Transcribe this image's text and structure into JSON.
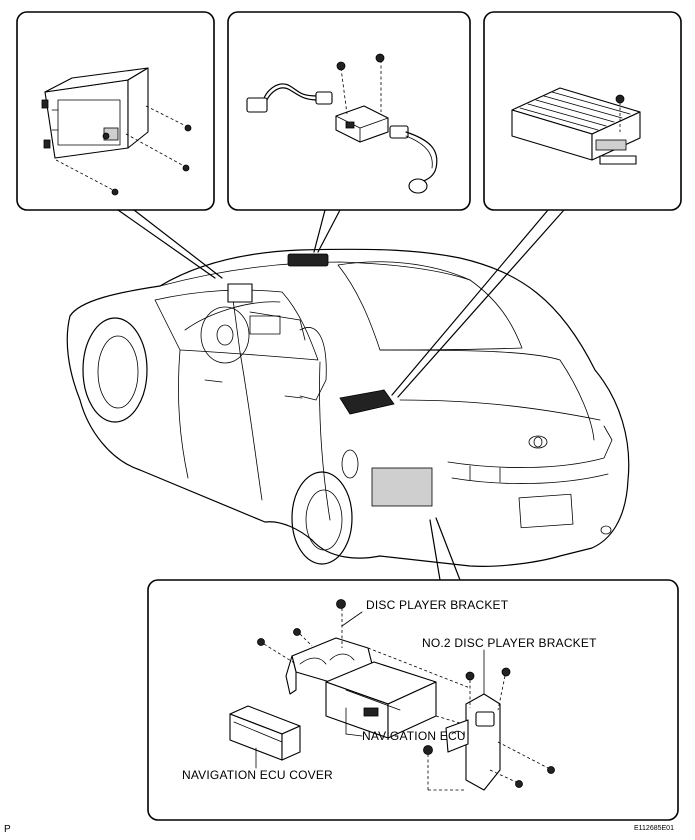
{
  "labels": {
    "disc_player_bracket": "DISC PLAYER BRACKET",
    "no2_disc_player_bracket": "NO.2 DISC PLAYER BRACKET",
    "navigation_ecu": "NAVIGATION ECU",
    "navigation_ecu_cover": "NAVIGATION ECU COVER"
  },
  "page_marker": "P",
  "figure_code": "E112685E01"
}
